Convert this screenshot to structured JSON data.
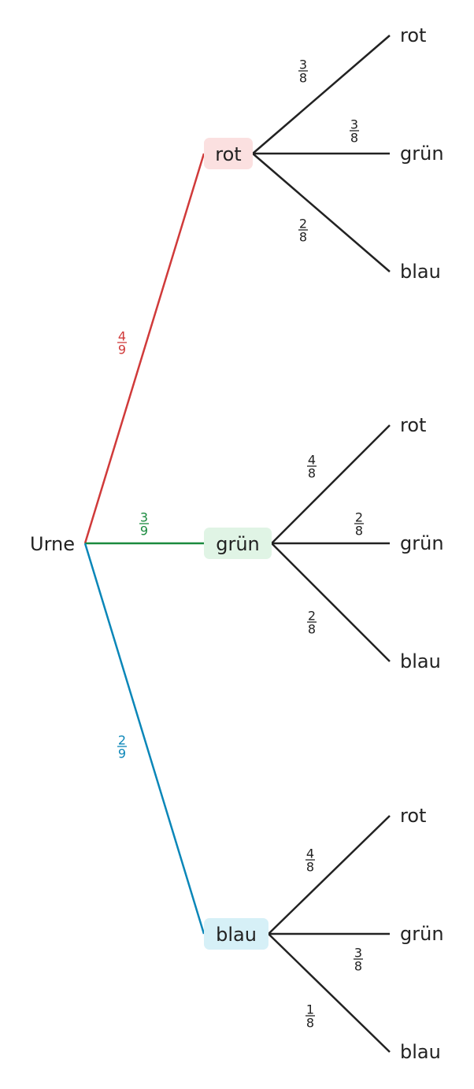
{
  "root": {
    "label": "Urne"
  },
  "colors": {
    "red": "#d03a3a",
    "red_bg": "#fbe0e0",
    "green": "#1a8a3e",
    "green_bg": "#e0f4e5",
    "blue": "#0a86b8",
    "blue_bg": "#d6f0f7",
    "dark": "#222222"
  },
  "first_level": [
    {
      "label": "rot",
      "color": "red",
      "prob": {
        "num": "4",
        "den": "9"
      },
      "children": [
        {
          "label": "rot",
          "prob": {
            "num": "3",
            "den": "8"
          }
        },
        {
          "label": "grün",
          "prob": {
            "num": "3",
            "den": "8"
          }
        },
        {
          "label": "blau",
          "prob": {
            "num": "2",
            "den": "8"
          }
        }
      ]
    },
    {
      "label": "grün",
      "color": "green",
      "prob": {
        "num": "3",
        "den": "9"
      },
      "children": [
        {
          "label": "rot",
          "prob": {
            "num": "4",
            "den": "8"
          }
        },
        {
          "label": "grün",
          "prob": {
            "num": "2",
            "den": "8"
          }
        },
        {
          "label": "blau",
          "prob": {
            "num": "2",
            "den": "8"
          }
        }
      ]
    },
    {
      "label": "blau",
      "color": "blue",
      "prob": {
        "num": "2",
        "den": "9"
      },
      "children": [
        {
          "label": "rot",
          "prob": {
            "num": "4",
            "den": "8"
          }
        },
        {
          "label": "grün",
          "prob": {
            "num": "3",
            "den": "8"
          }
        },
        {
          "label": "blau",
          "prob": {
            "num": "1",
            "den": "8"
          }
        }
      ]
    }
  ]
}
